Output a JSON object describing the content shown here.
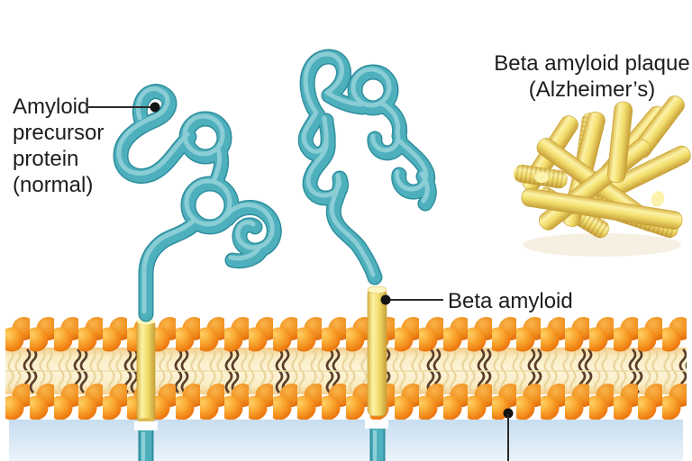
{
  "figure": {
    "type": "medical-illustration",
    "subject": "amyloid-precursor-protein-cleavage-and-plaque-formation",
    "labels": {
      "amyloid_precursor_protein": {
        "lines": [
          "Amyloid",
          "precursor",
          "protein",
          "(normal)"
        ]
      },
      "beta_amyloid": "Beta amyloid",
      "beta_amyloid_plaque": {
        "lines": [
          "Beta amyloid plaque",
          "(Alzheimer’s)"
        ]
      }
    },
    "colors": {
      "protein_teal": "#4FB0BD",
      "membrane_head_orange": "#EE7A10",
      "membrane_interior_cream": "#FAEDC4",
      "lipid_tail_brown": "#5A3E2A",
      "beta_amyloid_yellow": "#F3DF6E",
      "cytoplasm_blue": "#C7DDEF",
      "background_white": "#FFFFFF",
      "label_text": "#1D1D1D"
    }
  }
}
